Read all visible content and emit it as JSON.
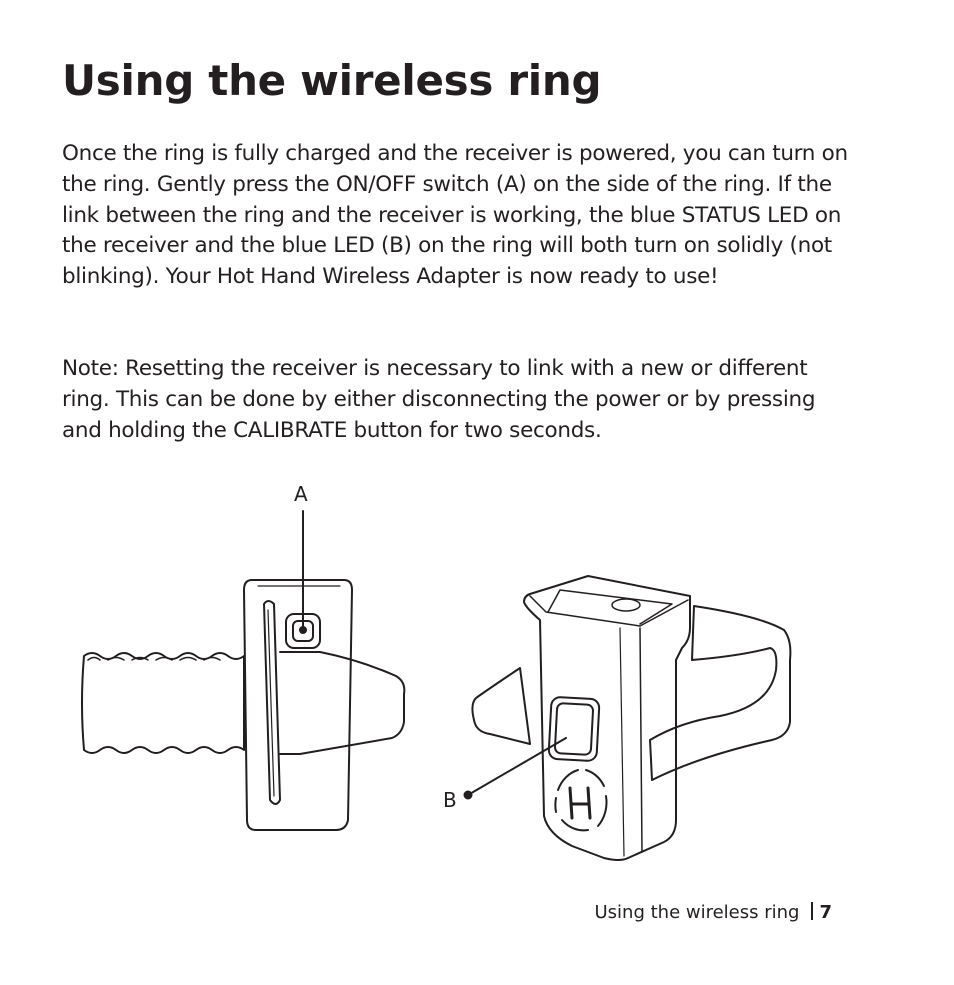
{
  "page": {
    "title": "Using the wireless ring",
    "paragraph1": "Once the ring is fully charged and the receiver is powered, you can turn on the ring. Gently press the ON/OFF switch (A) on the side of the ring. If the link between the ring and the receiver is working, the blue STATUS LED on the receiver and the blue LED (B) on the ring will both turn on solidly (not blinking). Your Hot Hand Wireless Adapter is now ready to use!",
    "note_label": "Note:",
    "note_text": " Resetting the receiver is necessary to link with a new or different ring. This can be done by either disconnecting the power or by pressing and holding the CALIBRATE button for two seconds."
  },
  "figure": {
    "callout_a": "A",
    "callout_b": "B"
  },
  "footer": {
    "section": "Using the wireless ring",
    "page_number": "7"
  }
}
